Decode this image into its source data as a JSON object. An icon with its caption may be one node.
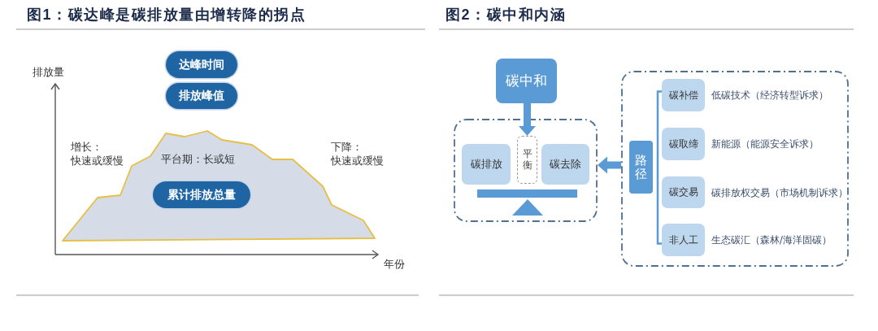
{
  "diagram": {
    "nodes": [
      {
        "text": [
          "达峰时间"
        ]
      },
      {
        "text": [
          "排放峰值"
        ]
      },
      {
        "text": [
          "平台期：长或短"
        ]
      },
      {
        "text": [
          "累计排放总量"
        ],
        "in": 2
      },
      {
        "text": [
          "碳中和"
        ]
      },
      {
        "text": [],
        "shape": "box"
      },
      {
        "text": [
          "碳排放"
        ],
        "in": 5
      },
      {
        "text": [
          "平衡"
        ],
        "in": 5
      },
      {
        "text": [
          "碳去除"
        ],
        "in": 5
      },
      {
        "text": [],
        "shape": "box"
      },
      {
        "text": [
          "路径"
        ],
        "in": 9
      },
      {
        "text": [
          "碳补偿"
        ],
        "in": 9,
        "beside": [
          "低碳技术（经济转型诉求）"
        ]
      },
      {
        "text": [
          "碳取缔"
        ],
        "in": 9,
        "beside": [
          "新能源（能源安全诉求）"
        ]
      },
      {
        "text": [
          "碳交易"
        ],
        "in": 9,
        "beside": [
          "碳排放权交易（市场机制诉求）"
        ]
      },
      {
        "text": [
          "非人工"
        ],
        "in": 9,
        "beside": [
          "生态碳汇（森林/海洋固碳）"
        ]
      }
    ],
    "edges": [
      {
        "from": 4,
        "to": 7,
        "arrow": "to"
      },
      {
        "from": 9,
        "to": 5,
        "arrow": "to"
      }
    ],
    "labels": [
      "图1：碳达峰是碳排放量由增转降的拐点",
      "图2：碳中和内涵",
      "排放量",
      "增长：",
      "快速或缓慢",
      "下降：",
      "快速或缓慢",
      "年份"
    ]
  }
}
